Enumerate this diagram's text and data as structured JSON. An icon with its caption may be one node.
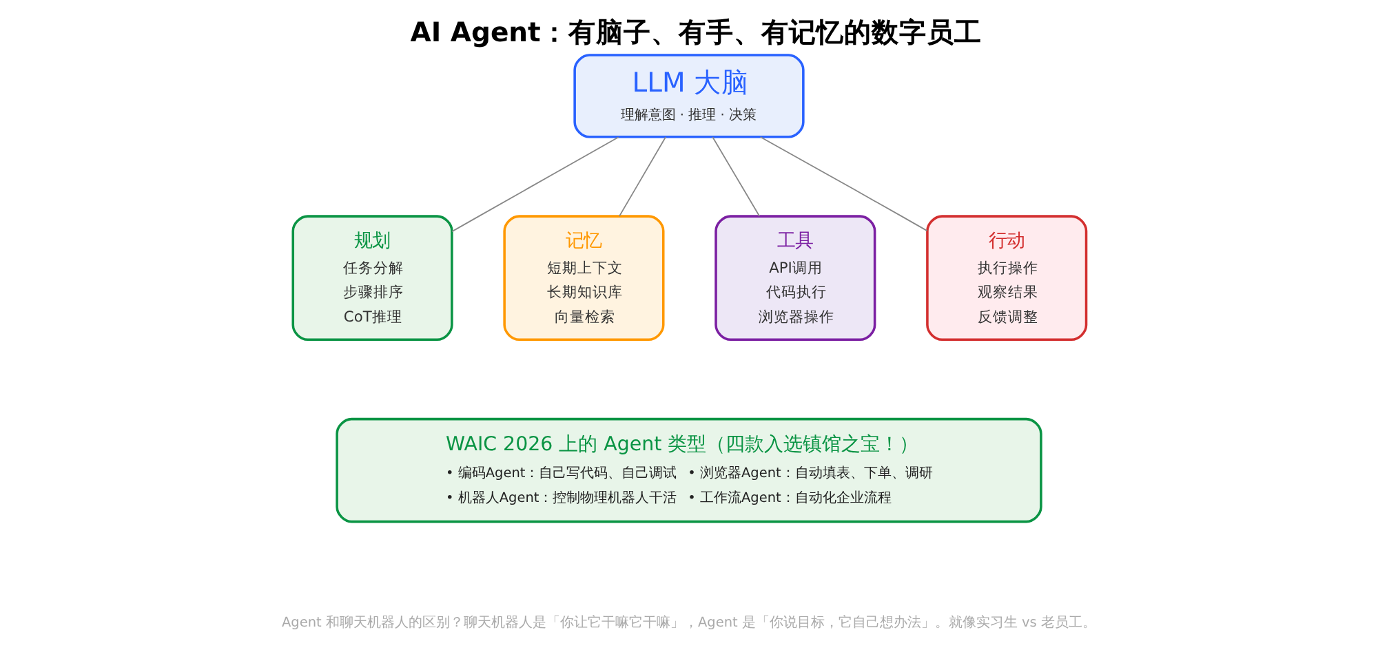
{
  "diagram": {
    "title": "AI Agent：有脑子、有手、有记忆的数字员工",
    "nodes": [
      {
        "text": [
          "LLM 大脑",
          "理解意图 · 推理 · 决策"
        ]
      },
      {
        "text": [
          "规划",
          "任务分解",
          "步骤排序",
          "CoT推理"
        ]
      },
      {
        "text": [
          "记忆",
          "短期上下文",
          "长期知识库",
          "向量检索"
        ]
      },
      {
        "text": [
          "工具",
          "API调用",
          "代码执行",
          "浏览器操作"
        ]
      },
      {
        "text": [
          "行动",
          "执行操作",
          "观察结果",
          "反馈调整"
        ]
      },
      {
        "text": [
          "WAIC 2026 上的 Agent 类型（四款入选镇馆之宝！）",
          "• 编码Agent：自己写代码、自己调试",
          "• 浏览器Agent：自动填表、下单、调研",
          "• 机器人Agent：控制物理机器人干活",
          "• 工作流Agent：自动化企业流程"
        ]
      }
    ],
    "edges": [
      {
        "from": 0,
        "to": 1,
        "arrow": "none"
      },
      {
        "from": 0,
        "to": 2,
        "arrow": "none"
      },
      {
        "from": 0,
        "to": 3,
        "arrow": "none"
      },
      {
        "from": 0,
        "to": 4,
        "arrow": "none"
      }
    ],
    "labels": [
      "Agent 和聊天机器人的区别？聊天机器人是「你让它干嘛它干嘛」，Agent 是「你说目标，它自己想办法」。就像实习生 vs 老员工。"
    ]
  }
}
